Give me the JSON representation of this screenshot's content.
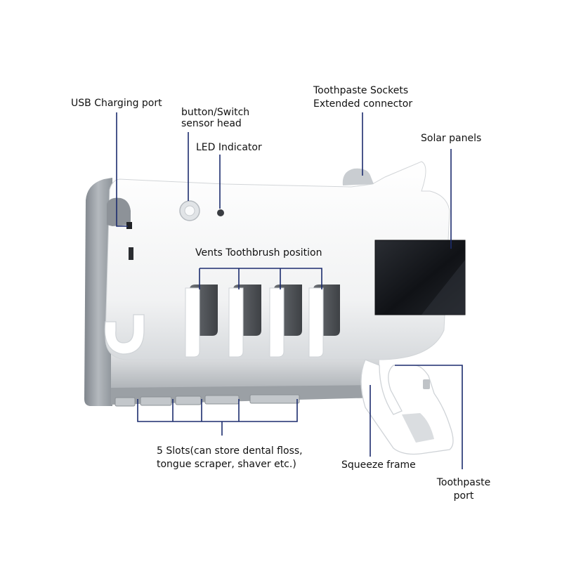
{
  "labels": {
    "usb_port": "USB Charging port",
    "button_switch": [
      "button/Switch",
      "sensor head"
    ],
    "led_indicator": "LED Indicator",
    "toothpaste_sockets": [
      "Toothpaste Sockets",
      "Extended connector"
    ],
    "solar_panels": "Solar panels",
    "vents": "Vents Toothbrush position",
    "slots": [
      "5 Slots(can store dental floss,",
      "tongue scraper, shaver etc.)"
    ],
    "squeeze_frame": "Squeeze frame",
    "toothpaste_port": [
      "Toothpaste",
      "port"
    ]
  },
  "colors": {
    "leader_line": "#1c2c6e",
    "body": "#f6f6f6",
    "body_shadow": "#cfd3d8",
    "back_plate": "#9aa0a6",
    "solar_panel": "#15171c",
    "slot_dark": "#4a4d52"
  }
}
